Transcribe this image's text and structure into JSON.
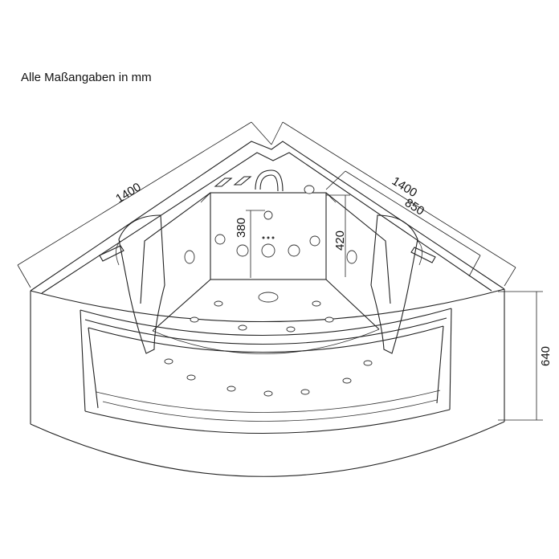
{
  "caption": "Alle Maßangaben in mm",
  "dimensions": {
    "left_side": "1400",
    "right_side": "1400",
    "inner_right": "850",
    "height": "640",
    "panel_height": "380",
    "panel_width": "420"
  }
}
